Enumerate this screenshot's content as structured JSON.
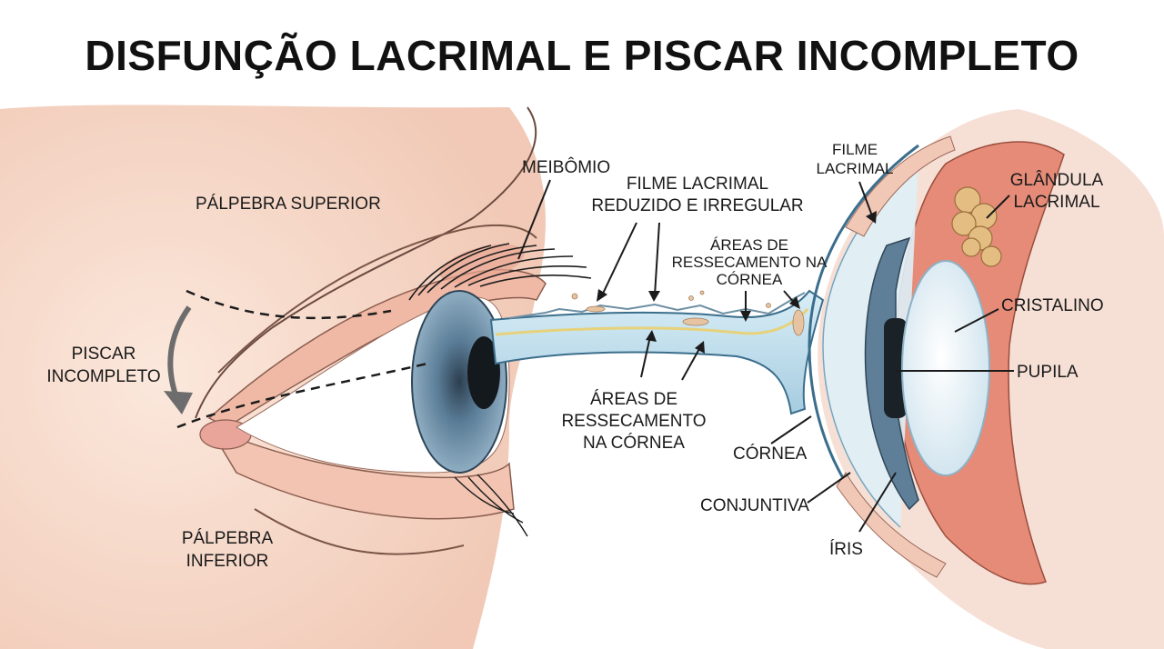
{
  "title": "DISFUNÇÃO LACRIMAL E PISCAR INCOMPLETO",
  "colors": {
    "skin": "#f6dccd",
    "skin_dark": "#e9b8a3",
    "iris": "#6f8fa8",
    "iris_dark": "#3f5d75",
    "pupil": "#15191c",
    "tear_film": "#cfe7f1",
    "cornea_section": "#a9cfe3",
    "dry_spots": "#e8c9a9",
    "sclera_red": "#e07a66",
    "lacrimal_gland": "#e6bf86",
    "lens": "#e9f3f8",
    "line": "#1b1b1b"
  },
  "labels": {
    "palpebra_superior": "PÁLPEBRA SUPERIOR",
    "meibomio": "MEIBÔMIO",
    "filme_reduzido_1": "FILME LACRIMAL",
    "filme_reduzido_2": "REDUZIDO E IRREGULAR",
    "areas_top_1": "ÁREAS DE",
    "areas_top_2": "RESSECAMENTO NA",
    "areas_top_3": "CÓRNEA",
    "filme_lacrimal_1": "FILME",
    "filme_lacrimal_2": "LACRIMAL",
    "glandula_1": "GLÂNDULA",
    "glandula_2": "LACRIMAL",
    "cristalino": "CRISTALINO",
    "pupila": "PUPILA",
    "piscar_1": "PISCAR",
    "piscar_2": "INCOMPLETO",
    "areas_bottom_1": "ÁREAS DE",
    "areas_bottom_2": "RESSECAMENTO",
    "areas_bottom_3": "NA CÓRNEA",
    "cornea": "CÓRNEA",
    "conjuntiva": "CONJUNTIVA",
    "iris": "ÍRIS",
    "palpebra_inferior_1": "PÁLPEBRA",
    "palpebra_inferior_2": "INFERIOR"
  }
}
